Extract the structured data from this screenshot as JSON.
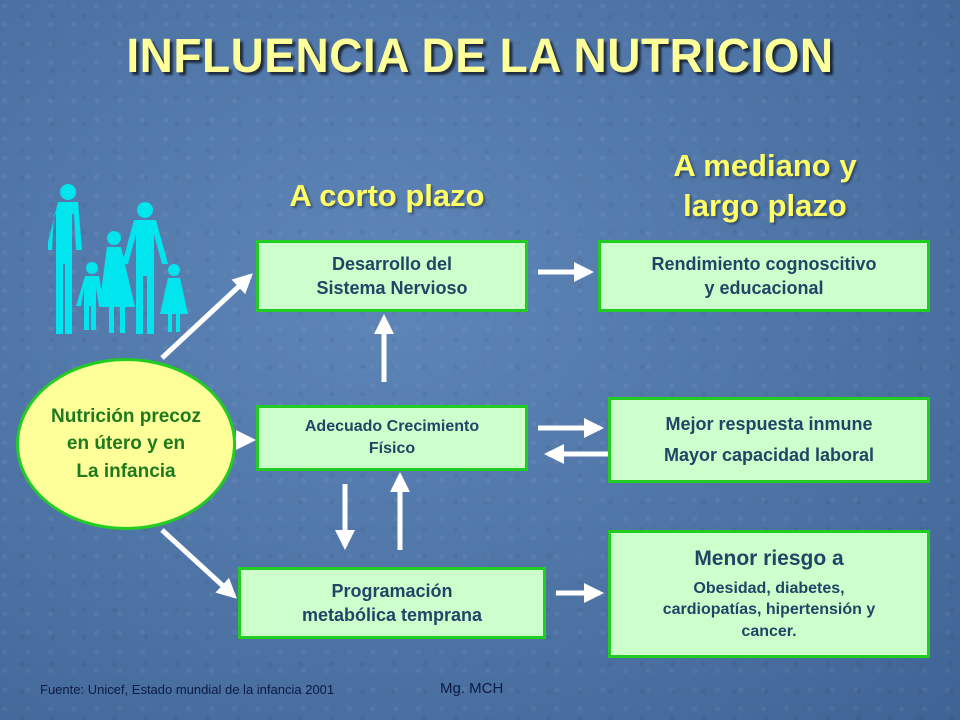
{
  "title": "INFLUENCIA DE LA NUTRICION",
  "headings": {
    "short_term": "A corto plazo",
    "long_term": [
      "A mediano y",
      "largo plazo"
    ]
  },
  "center": {
    "lines": [
      "Nutrición precoz",
      "en útero y en",
      "La infancia"
    ]
  },
  "boxes": {
    "nervous_system": [
      "Desarrollo del",
      "Sistema Nervioso"
    ],
    "growth": [
      "Adecuado Crecimiento",
      "Físico"
    ],
    "metabolic": [
      "Programación",
      "metabólica temprana"
    ],
    "cognitive": [
      "Rendimiento cognoscitivo",
      "y educacional"
    ],
    "immune": [
      "Mejor respuesta inmune",
      "Mayor capacidad laboral"
    ],
    "risk": {
      "heading": "Menor riesgo a",
      "lines": [
        "Obesidad, diabetes,",
        "cardiopatías, hipertensión y",
        "cancer."
      ]
    }
  },
  "footer": {
    "source": "Fuente: Unicef, Estado mundial de la infancia 2001",
    "credit": "Mg. MCH"
  },
  "colors": {
    "title": "#ffff99",
    "heading": "#ffff66",
    "box_fill": "#ccffcc",
    "box_border": "#22cc22",
    "ellipse_fill": "#ffff99",
    "family_figures": "#00e5ee",
    "arrows": "#ffffff"
  },
  "icons": [
    "family-icon"
  ]
}
